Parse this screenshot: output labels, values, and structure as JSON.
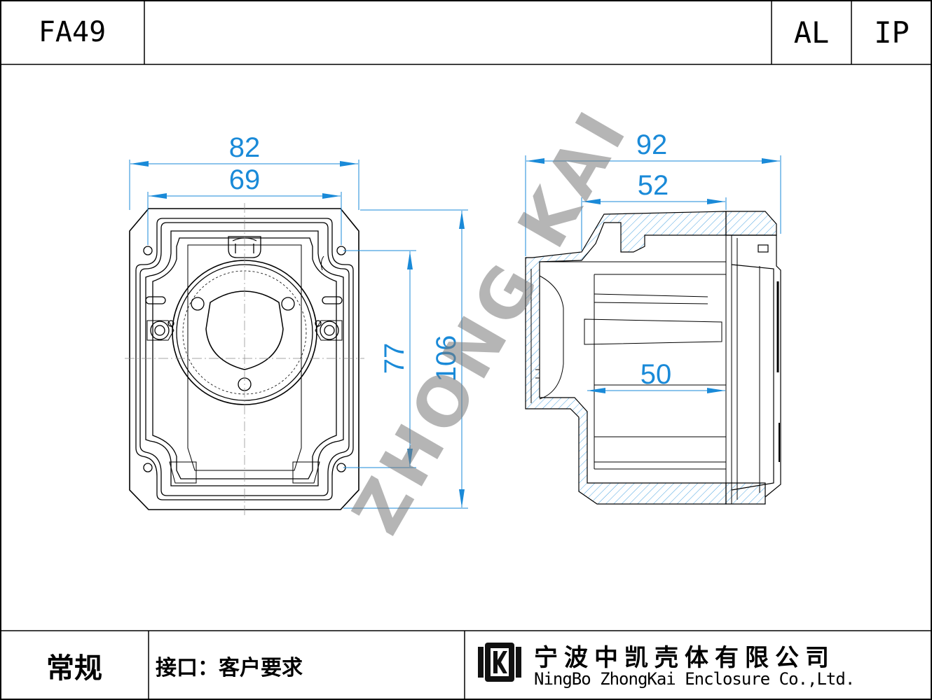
{
  "header": {
    "model_code": "FA49",
    "material": "AL",
    "protection": "IP"
  },
  "drawing": {
    "front_view": {
      "dim_outer_width": "82",
      "dim_inner_width": "69",
      "dim_inner_height": "77",
      "dim_outer_height": "106"
    },
    "side_view": {
      "dim_total_depth": "92",
      "dim_upper_depth": "52",
      "dim_inner_depth": "50"
    },
    "watermark": "ZHONG KAI",
    "dimension_color": "#1a8ad8",
    "hatch_color": "#4aa3e0"
  },
  "footer": {
    "standard_label": "常规",
    "interface_note": "接口：客户要求",
    "company_name_cn": "宁波中凯壳体有限公司",
    "company_name_en": "NingBo ZhongKai Enclosure Co.,Ltd.",
    "logo_icon": "zk-logo-icon"
  }
}
